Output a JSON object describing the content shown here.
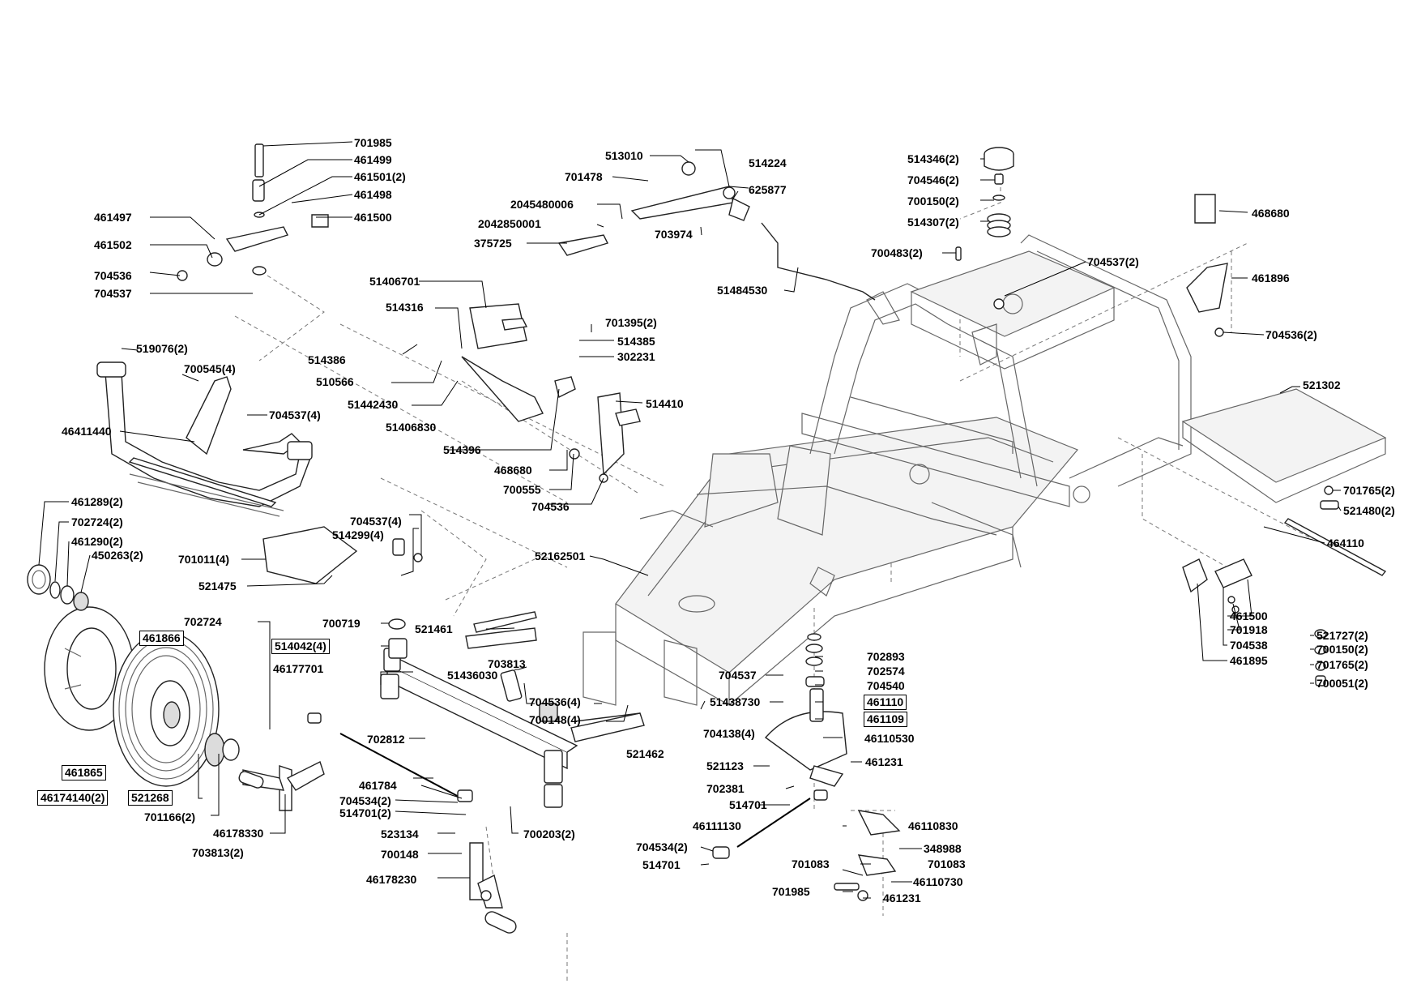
{
  "labels": [
    {
      "id": "701985_a",
      "text": "701985",
      "boxed": false
    },
    {
      "id": "461499",
      "text": "461499",
      "boxed": false
    },
    {
      "id": "461501",
      "text": "461501(2)",
      "boxed": false
    },
    {
      "id": "461498",
      "text": "461498",
      "boxed": false
    },
    {
      "id": "461497",
      "text": "461497",
      "boxed": false
    },
    {
      "id": "461500_a",
      "text": "461500",
      "boxed": false
    },
    {
      "id": "461502",
      "text": "461502",
      "boxed": false
    },
    {
      "id": "704536_a",
      "text": "704536",
      "boxed": false
    },
    {
      "id": "704537_a",
      "text": "704537",
      "boxed": false
    },
    {
      "id": "519076",
      "text": "519076(2)",
      "boxed": false
    },
    {
      "id": "700545",
      "text": "700545(4)",
      "boxed": false
    },
    {
      "id": "704537_4a",
      "text": "704537(4)",
      "boxed": false
    },
    {
      "id": "46411440",
      "text": "46411440",
      "boxed": false
    },
    {
      "id": "513010",
      "text": "513010",
      "boxed": false
    },
    {
      "id": "514224",
      "text": "514224",
      "boxed": false
    },
    {
      "id": "701478",
      "text": "701478",
      "boxed": false
    },
    {
      "id": "625877",
      "text": "625877",
      "boxed": false
    },
    {
      "id": "2045480006",
      "text": "2045480006",
      "boxed": false
    },
    {
      "id": "2042850001",
      "text": "2042850001",
      "boxed": false
    },
    {
      "id": "375725",
      "text": "375725",
      "boxed": false
    },
    {
      "id": "703974",
      "text": "703974",
      "boxed": false
    },
    {
      "id": "51484530",
      "text": "51484530",
      "boxed": false
    },
    {
      "id": "51406701",
      "text": "51406701",
      "boxed": false
    },
    {
      "id": "514316",
      "text": "514316",
      "boxed": false
    },
    {
      "id": "514386",
      "text": "514386",
      "boxed": false
    },
    {
      "id": "510566",
      "text": "510566",
      "boxed": false
    },
    {
      "id": "51442430",
      "text": "51442430",
      "boxed": false
    },
    {
      "id": "51406830",
      "text": "51406830",
      "boxed": false
    },
    {
      "id": "514396",
      "text": "514396",
      "boxed": false
    },
    {
      "id": "468680_a",
      "text": "468680",
      "boxed": false
    },
    {
      "id": "700555",
      "text": "700555",
      "boxed": false
    },
    {
      "id": "704536_b",
      "text": "704536",
      "boxed": false
    },
    {
      "id": "701395",
      "text": "701395(2)",
      "boxed": false
    },
    {
      "id": "514385",
      "text": "514385",
      "boxed": false
    },
    {
      "id": "302231",
      "text": "302231",
      "boxed": false
    },
    {
      "id": "514410",
      "text": "514410",
      "boxed": false
    },
    {
      "id": "514346",
      "text": "514346(2)",
      "boxed": false
    },
    {
      "id": "704546",
      "text": "704546(2)",
      "boxed": false
    },
    {
      "id": "700150_a",
      "text": "700150(2)",
      "boxed": false
    },
    {
      "id": "514307",
      "text": "514307(2)",
      "boxed": false
    },
    {
      "id": "700483",
      "text": "700483(2)",
      "boxed": false
    },
    {
      "id": "704537_2",
      "text": "704537(2)",
      "boxed": false
    },
    {
      "id": "468680_b",
      "text": "468680",
      "boxed": false
    },
    {
      "id": "461896",
      "text": "461896",
      "boxed": false
    },
    {
      "id": "704536_2",
      "text": "704536(2)",
      "boxed": false
    },
    {
      "id": "521302",
      "text": "521302",
      "boxed": false
    },
    {
      "id": "701765_a",
      "text": "701765(2)",
      "boxed": false
    },
    {
      "id": "521480",
      "text": "521480(2)",
      "boxed": false
    },
    {
      "id": "464110",
      "text": "464110",
      "boxed": false
    },
    {
      "id": "461500_b",
      "text": "461500",
      "boxed": false
    },
    {
      "id": "701918",
      "text": "701918",
      "boxed": false
    },
    {
      "id": "704538",
      "text": "704538",
      "boxed": false
    },
    {
      "id": "461895",
      "text": "461895",
      "boxed": false
    },
    {
      "id": "521727",
      "text": "521727(2)",
      "boxed": false
    },
    {
      "id": "700150_b",
      "text": "700150(2)",
      "boxed": false
    },
    {
      "id": "701765_b",
      "text": "701765(2)",
      "boxed": false
    },
    {
      "id": "700051",
      "text": "700051(2)",
      "boxed": false
    },
    {
      "id": "461289",
      "text": "461289(2)",
      "boxed": false
    },
    {
      "id": "702724_2",
      "text": "702724(2)",
      "boxed": false
    },
    {
      "id": "461290",
      "text": "461290(2)",
      "boxed": false
    },
    {
      "id": "450263",
      "text": "450263(2)",
      "boxed": false
    },
    {
      "id": "701011",
      "text": "701011(4)",
      "boxed": false
    },
    {
      "id": "704537_4b",
      "text": "704537(4)",
      "boxed": false
    },
    {
      "id": "514299",
      "text": "514299(4)",
      "boxed": false
    },
    {
      "id": "521475",
      "text": "521475",
      "boxed": false
    },
    {
      "id": "52162501",
      "text": "52162501",
      "boxed": false
    },
    {
      "id": "702724",
      "text": "702724",
      "boxed": false
    },
    {
      "id": "700719",
      "text": "700719",
      "boxed": false
    },
    {
      "id": "461866",
      "text": "461866",
      "boxed": true
    },
    {
      "id": "514042",
      "text": "514042(4)",
      "boxed": true
    },
    {
      "id": "521461",
      "text": "521461",
      "boxed": false
    },
    {
      "id": "46177701",
      "text": "46177701",
      "boxed": false
    },
    {
      "id": "703813",
      "text": "703813",
      "boxed": false
    },
    {
      "id": "51436030",
      "text": "51436030",
      "boxed": false
    },
    {
      "id": "704536_4",
      "text": "704536(4)",
      "boxed": false
    },
    {
      "id": "700148_4",
      "text": "700148(4)",
      "boxed": false
    },
    {
      "id": "521462",
      "text": "521462",
      "boxed": false
    },
    {
      "id": "702812",
      "text": "702812",
      "boxed": false
    },
    {
      "id": "461865",
      "text": "461865",
      "boxed": true
    },
    {
      "id": "46174140",
      "text": "46174140(2)",
      "boxed": true
    },
    {
      "id": "521268",
      "text": "521268",
      "boxed": true
    },
    {
      "id": "701166",
      "text": "701166(2)",
      "boxed": false
    },
    {
      "id": "46178330",
      "text": "46178330",
      "boxed": false
    },
    {
      "id": "703813_2",
      "text": "703813(2)",
      "boxed": false
    },
    {
      "id": "461784",
      "text": "461784",
      "boxed": false
    },
    {
      "id": "704534_a",
      "text": "704534(2)",
      "boxed": false
    },
    {
      "id": "514701_2",
      "text": "514701(2)",
      "boxed": false
    },
    {
      "id": "523134",
      "text": "523134",
      "boxed": false
    },
    {
      "id": "700148",
      "text": "700148",
      "boxed": false
    },
    {
      "id": "46178230",
      "text": "46178230",
      "boxed": false
    },
    {
      "id": "700203",
      "text": "700203(2)",
      "boxed": false
    },
    {
      "id": "704537_b",
      "text": "704537",
      "boxed": false
    },
    {
      "id": "51438730",
      "text": "51438730",
      "boxed": false
    },
    {
      "id": "704138",
      "text": "704138(4)",
      "boxed": false
    },
    {
      "id": "702893",
      "text": "702893",
      "boxed": false
    },
    {
      "id": "702574",
      "text": "702574",
      "boxed": false
    },
    {
      "id": "704540",
      "text": "704540",
      "boxed": false
    },
    {
      "id": "461110",
      "text": "461110",
      "boxed": true
    },
    {
      "id": "461109",
      "text": "461109",
      "boxed": true
    },
    {
      "id": "46110530",
      "text": "46110530",
      "boxed": false
    },
    {
      "id": "521123",
      "text": "521123",
      "boxed": false
    },
    {
      "id": "461231_a",
      "text": "461231",
      "boxed": false
    },
    {
      "id": "702381",
      "text": "702381",
      "boxed": false
    },
    {
      "id": "514701_a",
      "text": "514701",
      "boxed": false
    },
    {
      "id": "46111130",
      "text": "46111130",
      "boxed": false
    },
    {
      "id": "46110830",
      "text": "46110830",
      "boxed": false
    },
    {
      "id": "704534_b",
      "text": "704534(2)",
      "boxed": false
    },
    {
      "id": "348988",
      "text": "348988",
      "boxed": false
    },
    {
      "id": "514701_b",
      "text": "514701",
      "boxed": false
    },
    {
      "id": "701083_a",
      "text": "701083",
      "boxed": false
    },
    {
      "id": "701083_b",
      "text": "701083",
      "boxed": false
    },
    {
      "id": "46110730",
      "text": "46110730",
      "boxed": false
    },
    {
      "id": "701985_b",
      "text": "701985",
      "boxed": false
    },
    {
      "id": "461231_b",
      "text": "461231",
      "boxed": false
    }
  ]
}
